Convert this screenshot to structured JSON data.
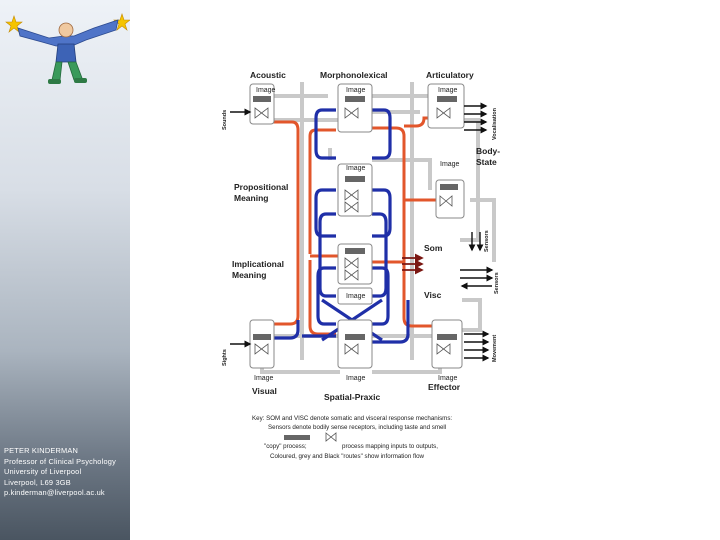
{
  "contact": {
    "name": "PETER KINDERMAN",
    "title": "Professor of Clinical Psychology",
    "org": "University of Liverpool",
    "address": "Liverpool, L69 3GB",
    "email": "p.kinderman@liverpool.ac.uk"
  },
  "diagram": {
    "subsystems": {
      "acoustic": "Acoustic",
      "morphonolexical": "Morphonolexical",
      "articulatory": "Articulatory",
      "body_state": [
        "Body-",
        "State"
      ],
      "propositional": [
        "Propositional",
        "Meaning"
      ],
      "implicational": [
        "Implicational",
        "Meaning"
      ],
      "som": "Som",
      "visc": "Visc",
      "visual": "Visual",
      "spatial_praxic": "Spatial-Praxic",
      "effector": "Effector"
    },
    "image_label": "Image",
    "side_labels": {
      "sounds": "Sounds",
      "sights": "Sights",
      "vocalisation": "Vocalisation",
      "sensors_left": "Sensors",
      "sensors_right": "Sensors",
      "movement": "Movement"
    },
    "key": {
      "line1": "Key: SOM and VISC denote somatic and visceral response mechanisms:",
      "line2": "Sensors denote bodily sense receptors, including taste and smell",
      "copy_label": "\"copy\" process;",
      "process_label": "process mapping inputs to outputs,",
      "line4": "Coloured, grey and Black \"routes\" show information flow"
    },
    "colors": {
      "red": "#e2562b",
      "blue": "#1f2fa8",
      "grey": "#c9c9c9",
      "dark": "#7a1712"
    }
  }
}
